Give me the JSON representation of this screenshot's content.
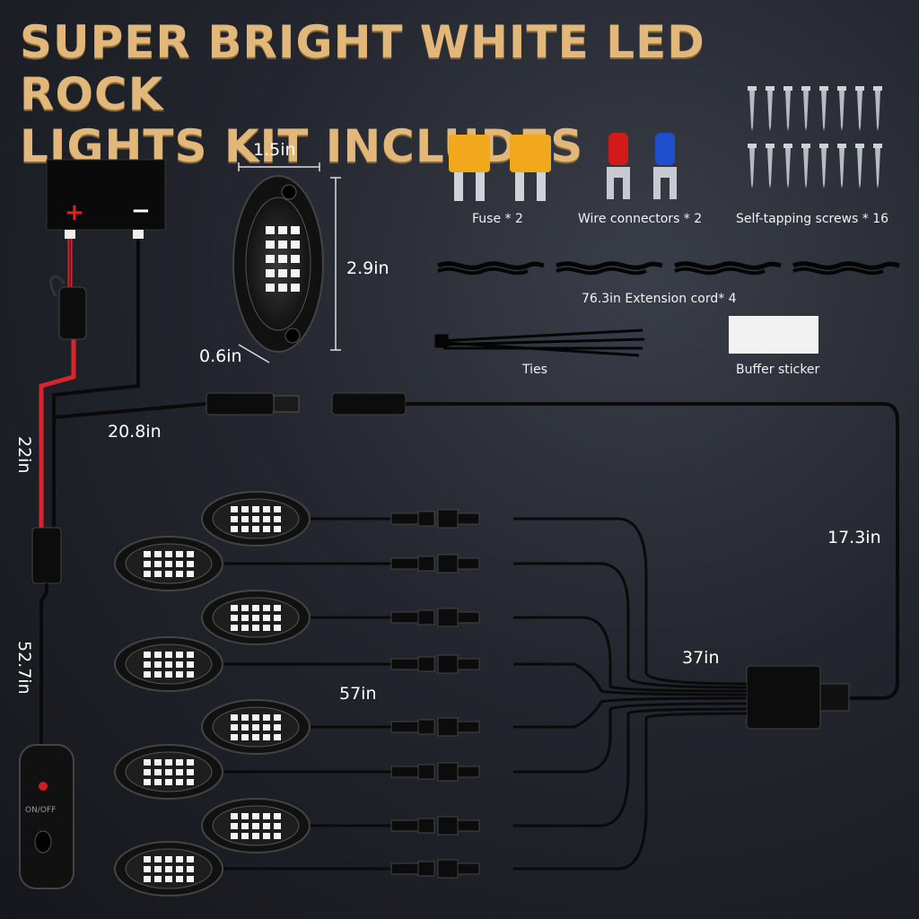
{
  "title": {
    "line1": "SUPER BRIGHT WHITE LED ROCK",
    "line2": "LIGHTS KIT INCLUDES"
  },
  "battery": {
    "plus": "+",
    "minus": "−"
  },
  "light_dims": {
    "width": "1.5in",
    "height": "2.9in",
    "depth": "0.6in"
  },
  "accessories": {
    "fuse": "Fuse * 2",
    "wire_connectors": "Wire connectors * 2",
    "screws": "Self-tapping screws * 16",
    "extension": "76.3in Extension cord* 4",
    "ties": "Ties",
    "buffer": "Buffer sticker"
  },
  "cable_lengths": {
    "battery_lead": "22in",
    "dc_lead": "20.8in",
    "switch_lead": "52.7in",
    "hub_lead": "17.3in",
    "splitter": "37in",
    "light_leads": "57in"
  },
  "switch": {
    "label": "ON/OFF"
  },
  "colors": {
    "title": "#e2b77a",
    "red_wire": "#d8242c",
    "background": "#23262e"
  },
  "icons": [
    "battery-icon",
    "fuse-holder-icon",
    "rock-light-icon",
    "fuse-icon",
    "spade-connector-icon",
    "screw-icon",
    "cable-coil-icon",
    "zip-tie-icon",
    "sticker-icon",
    "dc-plug-icon",
    "hub-icon",
    "switch-icon"
  ]
}
